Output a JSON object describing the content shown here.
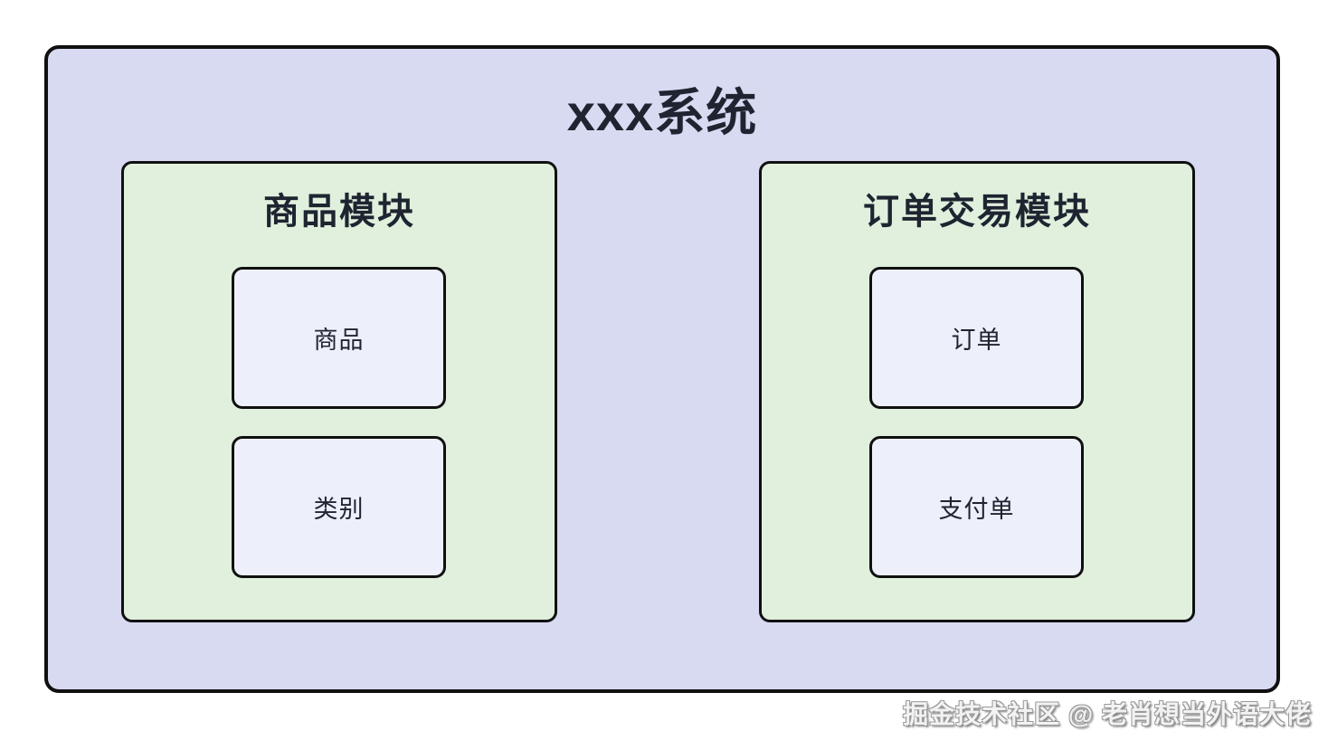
{
  "diagram": {
    "title": "xxx系统",
    "modules": [
      {
        "title": "商品模块",
        "boxes": [
          {
            "label": "商品"
          },
          {
            "label": "类别"
          }
        ]
      },
      {
        "title": "订单交易模块",
        "boxes": [
          {
            "label": "订单"
          },
          {
            "label": "支付单"
          }
        ]
      }
    ],
    "watermark": "掘金技术社区 @ 老肖想当外语大佬",
    "colors": {
      "page_bg": "#ffffff",
      "system_bg": "#d7daf1",
      "module_bg": "#e0f0dd",
      "box_bg": "#edeffa",
      "border": "#101010",
      "text": "#1e2430",
      "watermark": "#f2f2f2"
    }
  }
}
